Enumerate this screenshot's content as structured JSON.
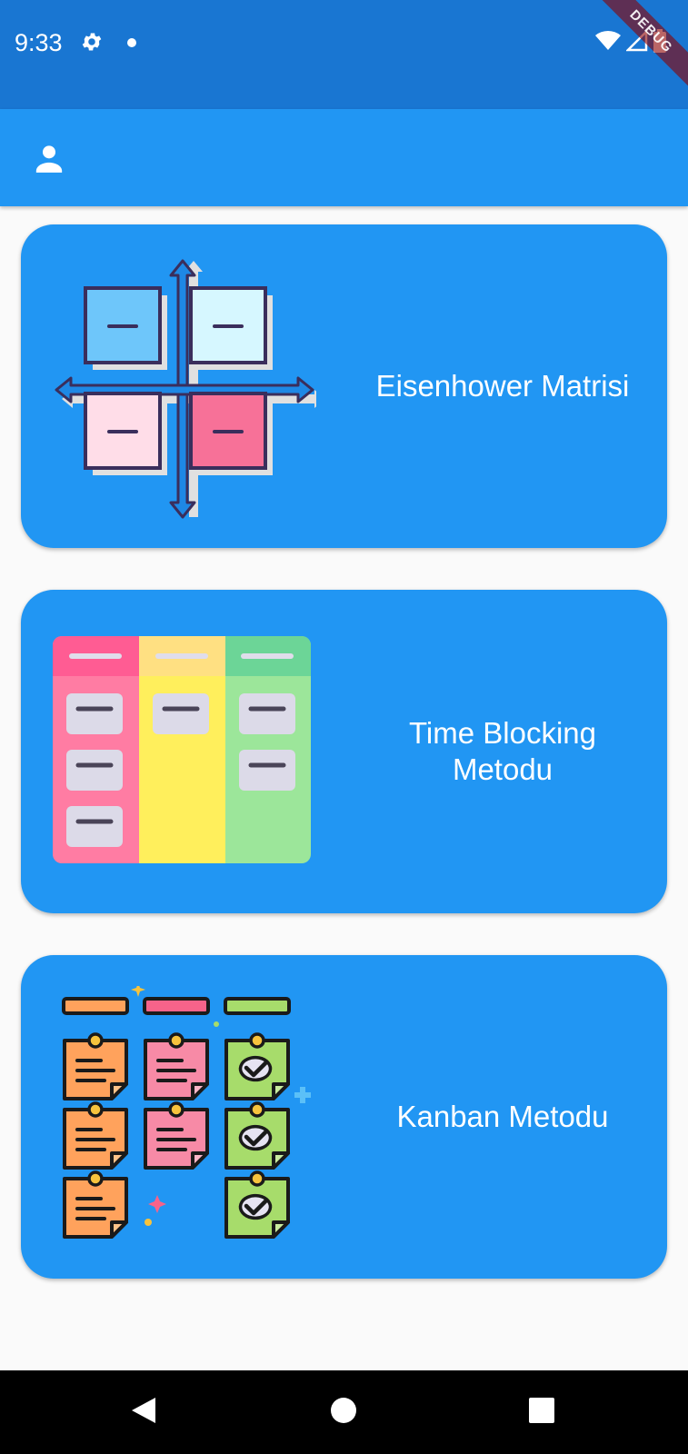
{
  "status_bar": {
    "time": "9:33",
    "icons": [
      "gear-icon",
      "notification-dot-icon",
      "wifi-icon",
      "signal-icon",
      "battery-icon"
    ],
    "debug_banner": "DEBUG"
  },
  "app_bar": {
    "profile_icon": "person-icon",
    "color": "#2196F3"
  },
  "cards": [
    {
      "title": "Eisenhower Matrisi",
      "icon": "eisenhower-matrix-illustration"
    },
    {
      "title": "Time Blocking\nMetodu",
      "icon": "time-blocking-illustration"
    },
    {
      "title": "Kanban Metodu",
      "icon": "kanban-board-illustration"
    }
  ],
  "nav_bar": {
    "buttons": [
      "back-icon",
      "home-icon",
      "recents-icon"
    ]
  },
  "colors": {
    "status_bar": "#1976D2",
    "primary": "#2196F3",
    "background": "#FAFAFA"
  }
}
